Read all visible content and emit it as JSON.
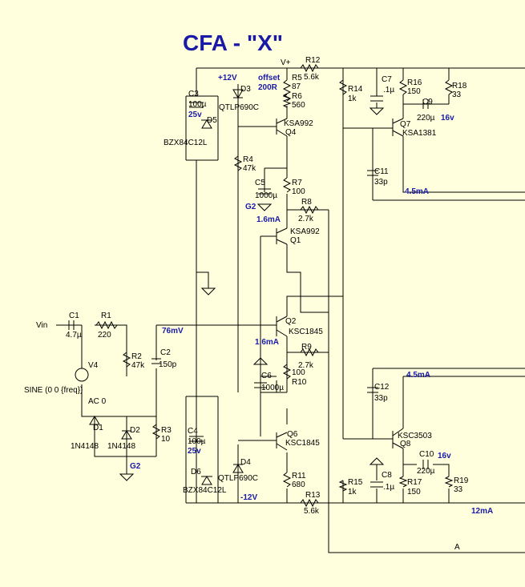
{
  "title": "CFA - \"X\"",
  "nets": {
    "vplus": "V+",
    "vin": "Vin",
    "out_a": "A",
    "g2_top": "G2",
    "g2_bottom": "G2"
  },
  "annotations": {
    "p12": "+12V",
    "m12": "-12V",
    "offset": "offset",
    "r200": "200R",
    "mv76": "76mV",
    "ma16_top": "1.6mA",
    "ma16_bot": "1.6mA",
    "ma45_top": "4.5mA",
    "ma45_bot": "4.5mA",
    "ma12": "12mA",
    "v16_top": "16v",
    "v16_bot": "16v",
    "v25_top": "25v",
    "v25_bot": "25v"
  },
  "components": {
    "C1": {
      "ref": "C1",
      "val": "4.7µ"
    },
    "R1": {
      "ref": "R1",
      "val": "220"
    },
    "R2": {
      "ref": "R2",
      "val": "47k"
    },
    "C2": {
      "ref": "C2",
      "val": "150p"
    },
    "V4": {
      "ref": "V4",
      "val": "SINE (0 0 {freq})",
      "ac": "AC 0"
    },
    "D1": {
      "ref": "D1",
      "val": "1N4148"
    },
    "D2": {
      "ref": "D2",
      "val": "1N4148"
    },
    "R3": {
      "ref": "R3",
      "val": "10"
    },
    "C3": {
      "ref": "C3",
      "val": "100µ"
    },
    "D5": {
      "ref": "D5",
      "val": "BZX84C12L"
    },
    "C4": {
      "ref": "C4",
      "val": "100µ"
    },
    "D6": {
      "ref": "D6",
      "val": "BZX84C12L"
    },
    "D3": {
      "ref": "D3",
      "val": "QTLP690C"
    },
    "D4": {
      "ref": "D4",
      "val": "QTLP690C"
    },
    "R4": {
      "ref": "R4",
      "val": "47k"
    },
    "R5": {
      "ref": "R5",
      "val": "87"
    },
    "R6": {
      "ref": "R6",
      "val": "560"
    },
    "Q4": {
      "ref": "Q4",
      "val": "KSA992"
    },
    "R7": {
      "ref": "R7",
      "val": "100"
    },
    "C5": {
      "ref": "C5",
      "val": "1000µ"
    },
    "R8": {
      "ref": "R8",
      "val": "2.7k"
    },
    "Q1": {
      "ref": "Q1",
      "val": "KSA992"
    },
    "Q2": {
      "ref": "Q2",
      "val": "KSC1845"
    },
    "R9": {
      "ref": "R9",
      "val": "2.7k"
    },
    "R10": {
      "ref": "R10",
      "val": "100"
    },
    "C6": {
      "ref": "C6",
      "val": "1000µ"
    },
    "Q6": {
      "ref": "Q6",
      "val": "KSC1845"
    },
    "R11": {
      "ref": "R11",
      "val": "680"
    },
    "R12": {
      "ref": "R12",
      "val": "5.6k"
    },
    "R13": {
      "ref": "R13",
      "val": "5.6k"
    },
    "R14": {
      "ref": "R14",
      "val": "1k"
    },
    "R15": {
      "ref": "R15",
      "val": "1k"
    },
    "C7": {
      "ref": "C7",
      "val": ".1µ"
    },
    "C8": {
      "ref": "C8",
      "val": ".1µ"
    },
    "R16": {
      "ref": "R16",
      "val": "150"
    },
    "R17": {
      "ref": "R17",
      "val": "150"
    },
    "R18": {
      "ref": "R18",
      "val": "33"
    },
    "R19": {
      "ref": "R19",
      "val": "33"
    },
    "C9": {
      "ref": "C9",
      "val": "220µ"
    },
    "C10": {
      "ref": "C10",
      "val": "220µ"
    },
    "Q7": {
      "ref": "Q7",
      "val": "KSA1381"
    },
    "Q8": {
      "ref": "Q8",
      "val": "KSC3503"
    },
    "C11": {
      "ref": "C11",
      "val": "33p"
    },
    "C12": {
      "ref": "C12",
      "val": "33p"
    }
  }
}
